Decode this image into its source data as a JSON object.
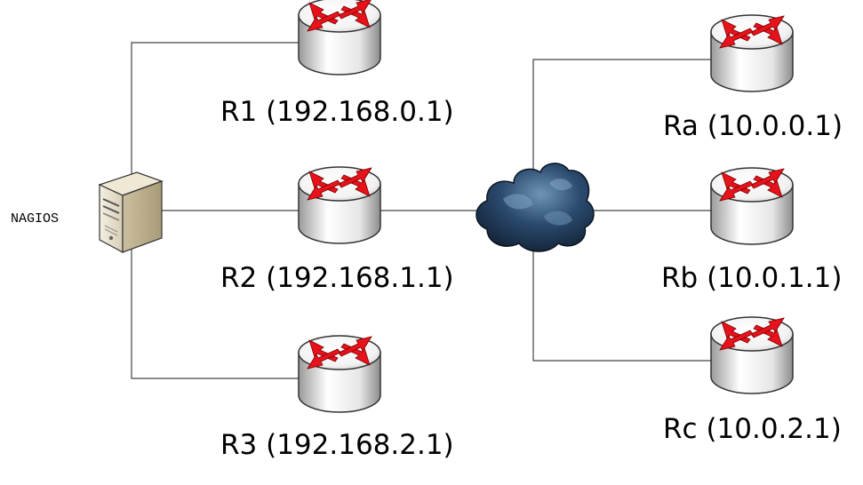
{
  "server": {
    "label": "NAGIOS"
  },
  "routers_left": [
    {
      "label": "R1 (192.168.0.1)"
    },
    {
      "label": "R2 (192.168.1.1)"
    },
    {
      "label": "R3 (192.168.2.1)"
    }
  ],
  "routers_right": [
    {
      "label": "Ra (10.0.0.1)"
    },
    {
      "label": "Rb (10.0.1.1)"
    },
    {
      "label": "Rc (10.0.2.1)"
    }
  ],
  "colors": {
    "arrow": "#e8121b",
    "cloud": "#1f3a5c",
    "line": "#444444"
  },
  "icons": {
    "server": "server-icon",
    "router": "router-icon",
    "cloud": "cloud-icon"
  }
}
